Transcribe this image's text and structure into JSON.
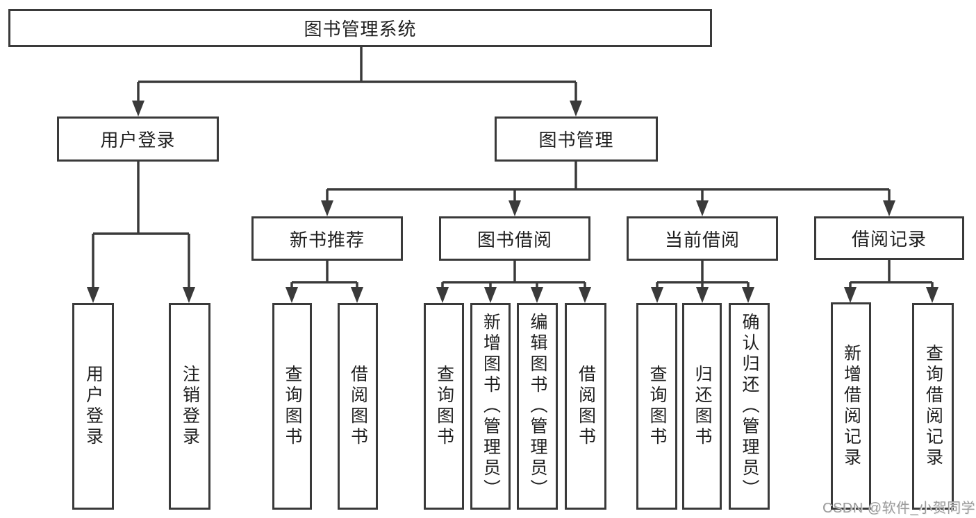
{
  "nodes": {
    "root": "图书管理系统",
    "user_login": "用户登录",
    "book_mgmt": "图书管理",
    "new_book_rec": "新书推荐",
    "book_borrow": "图书借阅",
    "current_borrow": "当前借阅",
    "borrow_records": "借阅记录",
    "leaf_user_login": "用户登录",
    "leaf_logout": "注销登录",
    "leaf_query_book_1": "查询图书",
    "leaf_borrow_book_1": "借阅图书",
    "leaf_query_book_2": "查询图书",
    "leaf_add_book_admin": "新增图书（管理员）",
    "leaf_edit_book_admin": "编辑图书（管理员）",
    "leaf_borrow_book_2": "借阅图书",
    "leaf_query_book_3": "查询图书",
    "leaf_return_book": "归还图书",
    "leaf_confirm_return_admin": "确认归还（管理员）",
    "leaf_add_borrow_record": "新增借阅记录",
    "leaf_query_borrow_record": "查询借阅记录"
  },
  "watermark": "CSDN @软件_小贺同学",
  "colors": {
    "line": "#3a3a3a",
    "text": "#1f1f1f",
    "box_background": "#ffffff",
    "page_background": "#ffffff",
    "watermark": "#9b9b9b"
  }
}
